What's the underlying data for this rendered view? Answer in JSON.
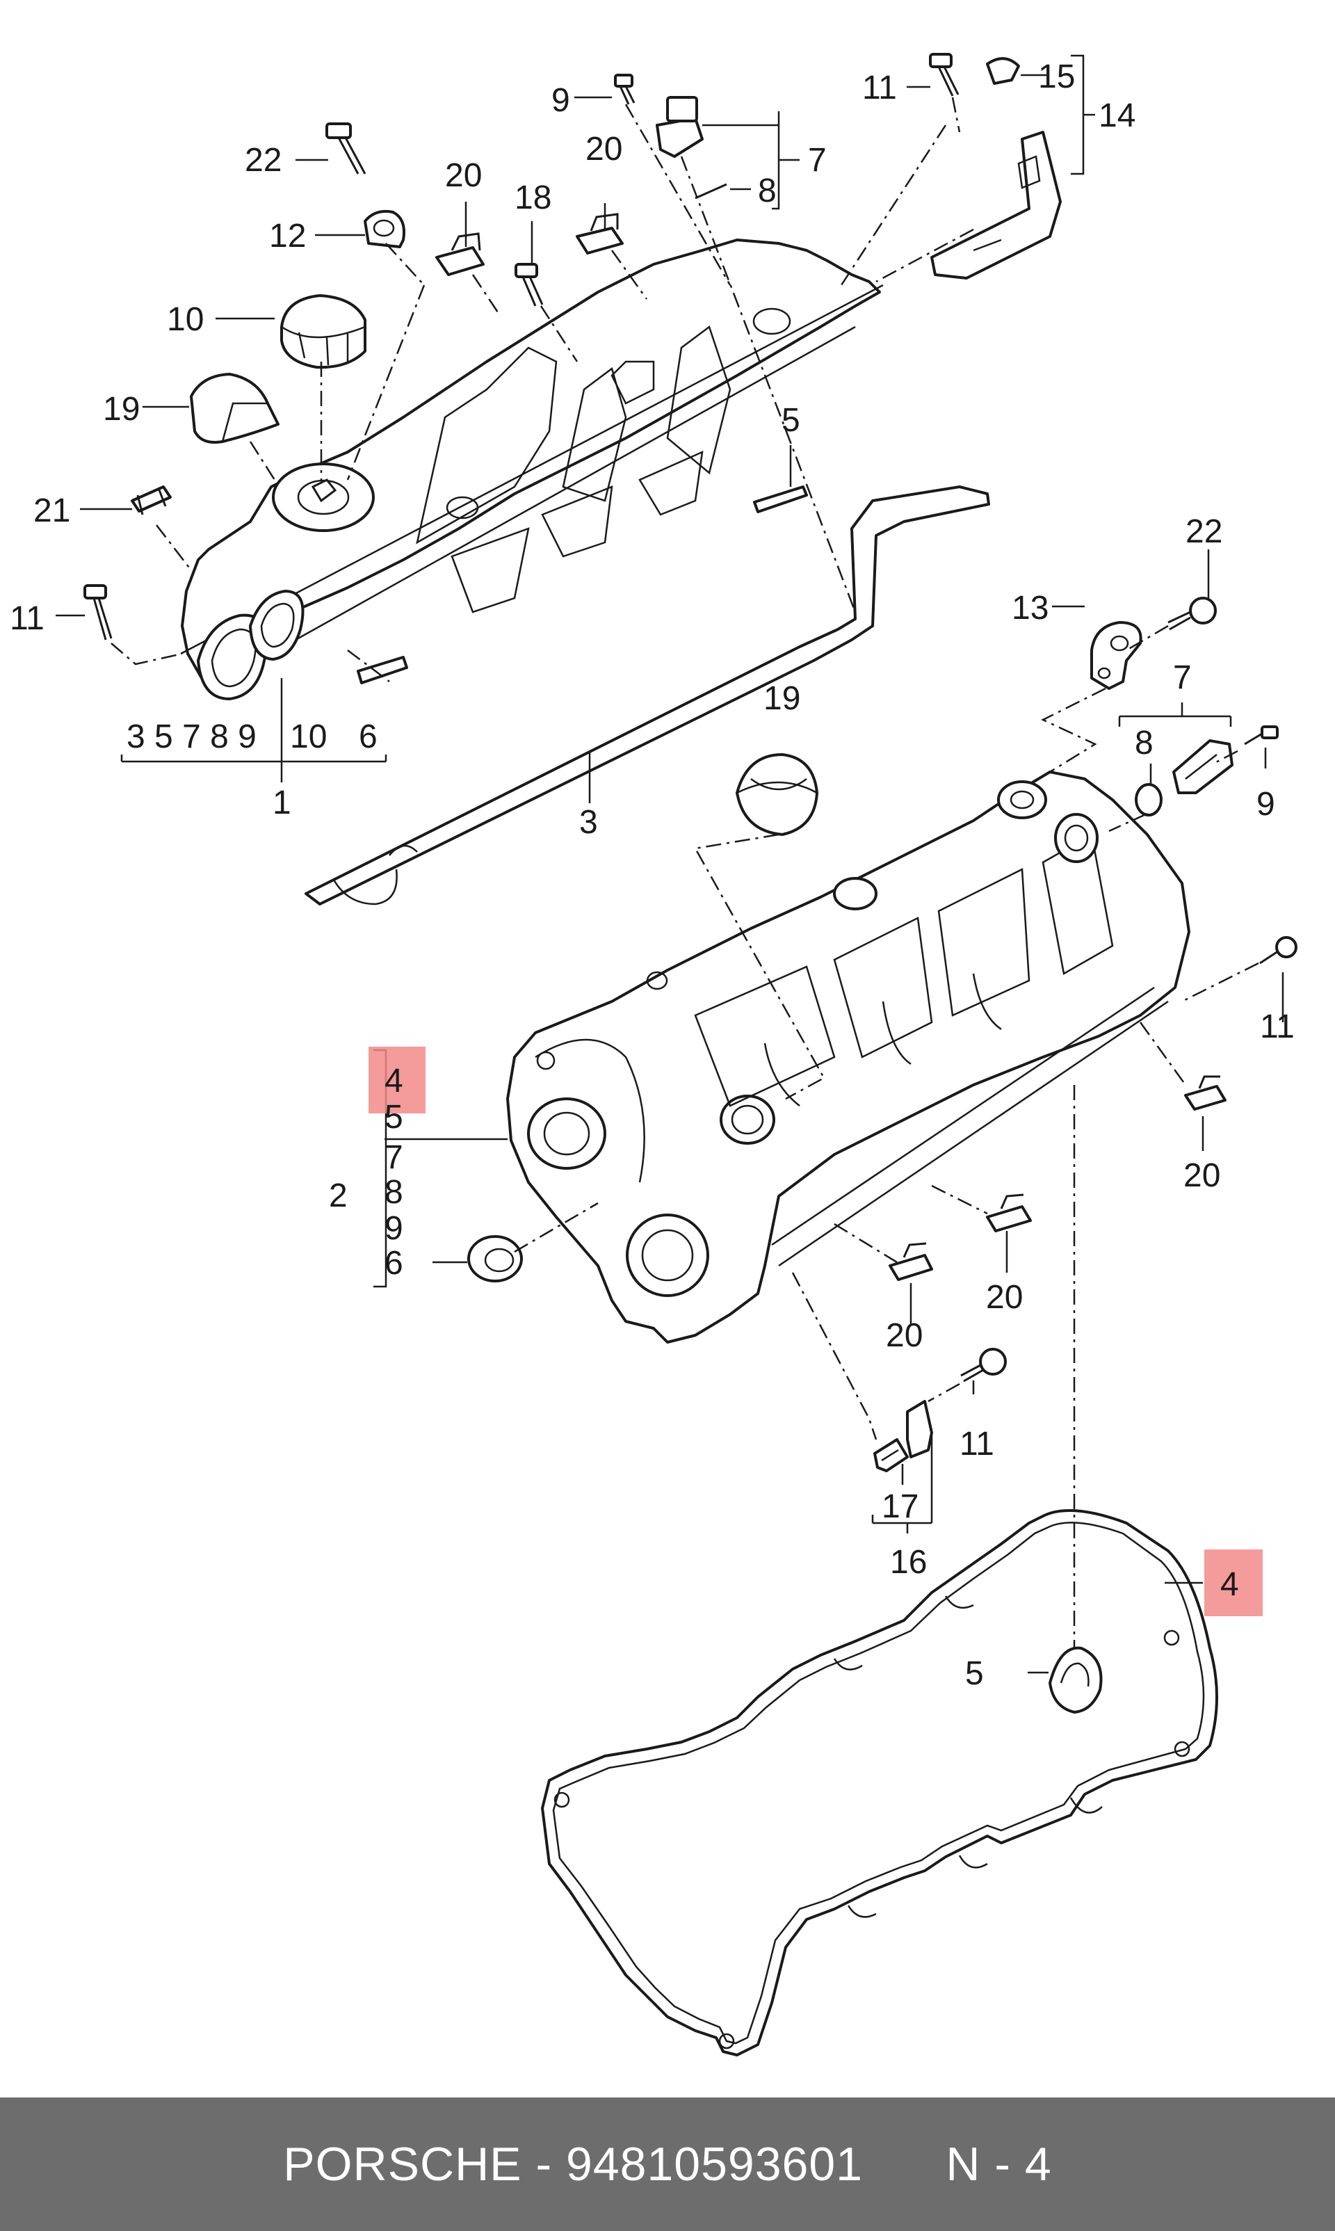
{
  "labels": {
    "n1": "1",
    "n2": "2",
    "n3": "3",
    "n4": "4",
    "n5": "5",
    "n6": "6",
    "n7": "7",
    "n8": "8",
    "n9": "9",
    "n10": "10",
    "n11": "11",
    "n12": "12",
    "n13": "13",
    "n14": "14",
    "n15": "15",
    "n16": "16",
    "n17": "17",
    "n18": "18",
    "n19": "19",
    "n20": "20",
    "n21": "21",
    "n22": "22",
    "group1_list": "3 5 7 8 9",
    "group1_extra": "10",
    "group1_six": "6",
    "group2": [
      "4",
      "5",
      "7",
      "8",
      "9",
      "6"
    ]
  },
  "highlight_color": "#f28a8a",
  "footer": {
    "brand": "PORSCHE",
    "separator": "-",
    "part_number": "94810593601",
    "ref": "N - 4",
    "background": "#6d6d6d"
  }
}
